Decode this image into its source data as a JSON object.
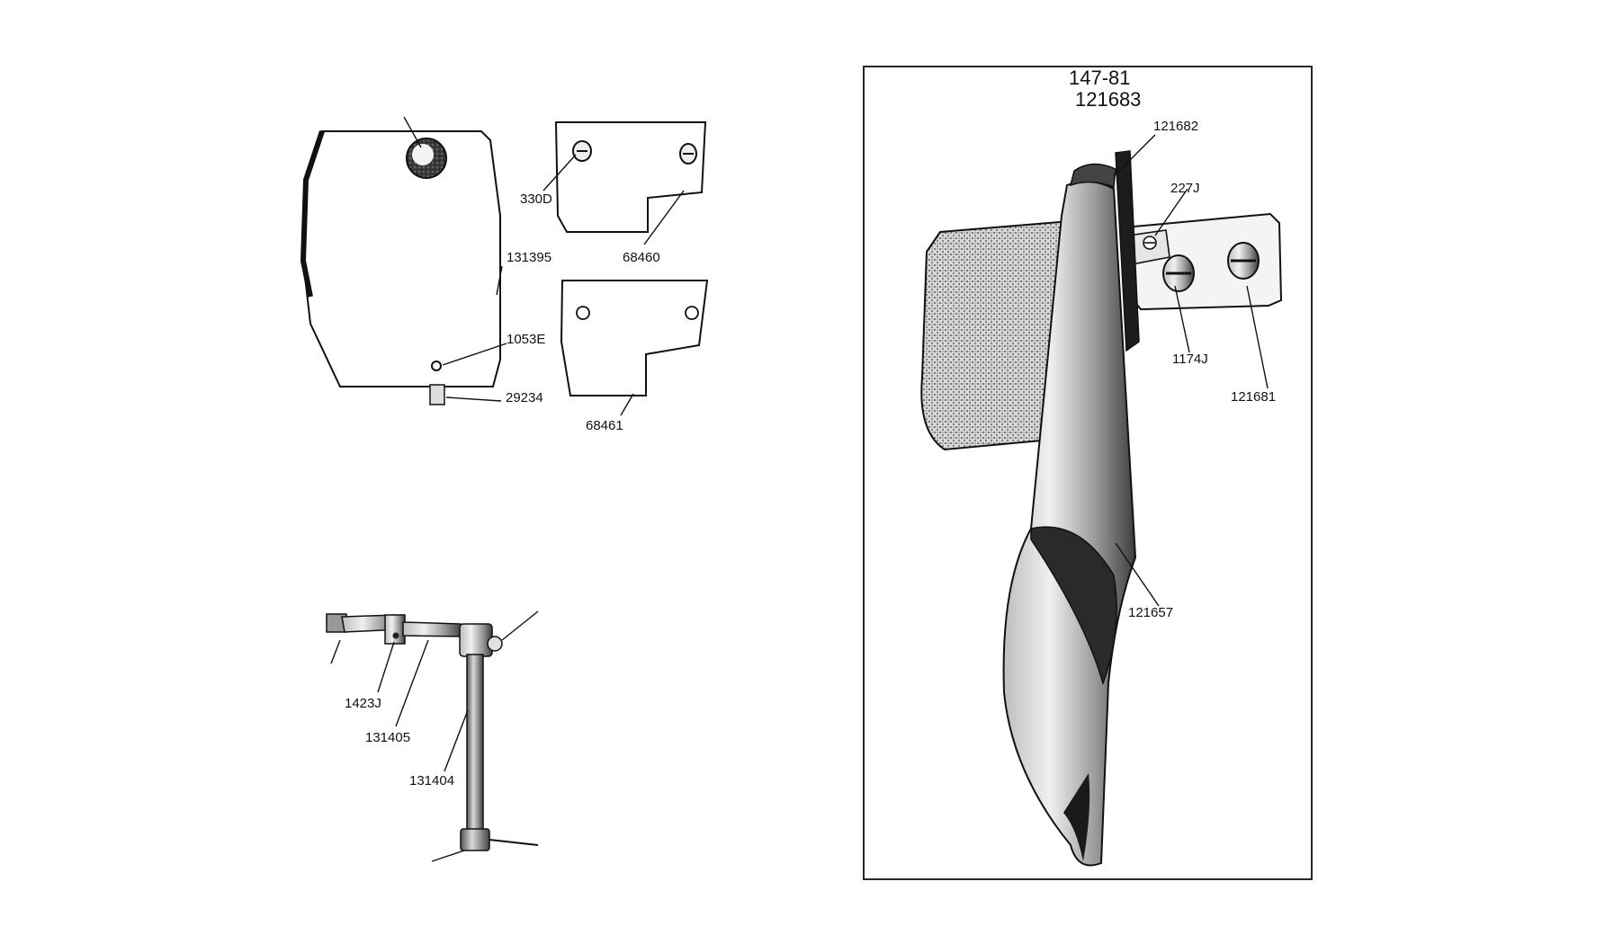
{
  "top_left_group": {
    "cover_parts": [
      "131395",
      "1053E",
      "29234"
    ],
    "upper_plate_parts": [
      "330D",
      "68460"
    ],
    "lower_plate_part": "68461"
  },
  "bottom_left_group": {
    "parts": [
      "1423J",
      "131405",
      "131404"
    ]
  },
  "right_panel": {
    "title_line_1": "147-81",
    "title_line_2": "121683",
    "parts": [
      "121682",
      "227J",
      "1174J",
      "121681",
      "121657"
    ]
  }
}
